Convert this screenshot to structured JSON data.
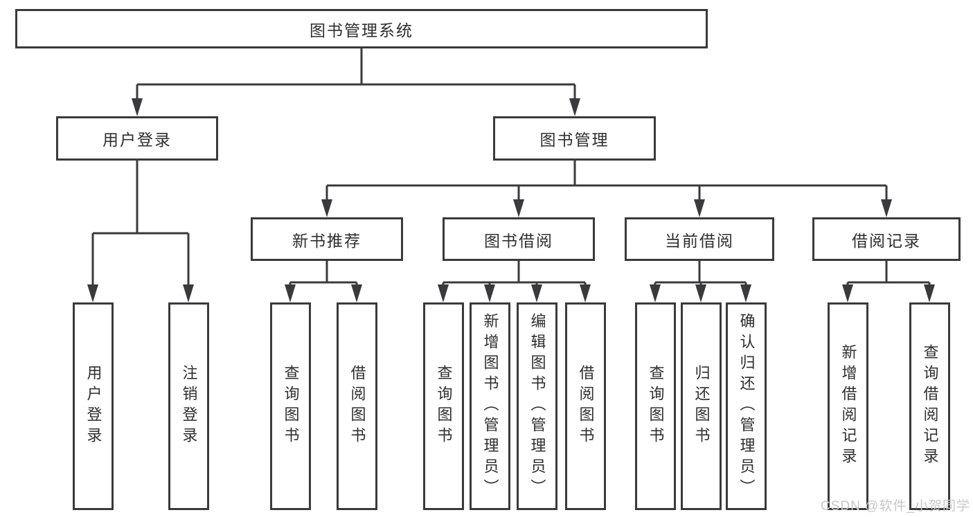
{
  "diagram": {
    "tree": {
      "label": "图书管理系统",
      "children": [
        {
          "label": "用户登录",
          "children": [
            {
              "label": "用户登录"
            },
            {
              "label": "注销登录"
            }
          ]
        },
        {
          "label": "图书管理",
          "children": [
            {
              "label": "新书推荐",
              "children": [
                {
                  "label": "查询图书"
                },
                {
                  "label": "借阅图书"
                }
              ]
            },
            {
              "label": "图书借阅",
              "children": [
                {
                  "label": "查询图书"
                },
                {
                  "label": "新增图书（管理员）"
                },
                {
                  "label": "编辑图书（管理员）"
                },
                {
                  "label": "借阅图书"
                }
              ]
            },
            {
              "label": "当前借阅",
              "children": [
                {
                  "label": "查询图书"
                },
                {
                  "label": "归还图书"
                },
                {
                  "label": "确认归还（管理员）"
                }
              ]
            },
            {
              "label": "借阅记录",
              "children": [
                {
                  "label": "新增借阅记录"
                },
                {
                  "label": "查询借阅记录"
                }
              ]
            }
          ]
        }
      ]
    },
    "colors": {
      "line": "#3a3a3c",
      "box_background": "#ffffff",
      "text": "#2e2e30",
      "watermark": "#c8c8c8"
    }
  },
  "watermark": {
    "text": "CSDN @软件_小贺同学"
  }
}
